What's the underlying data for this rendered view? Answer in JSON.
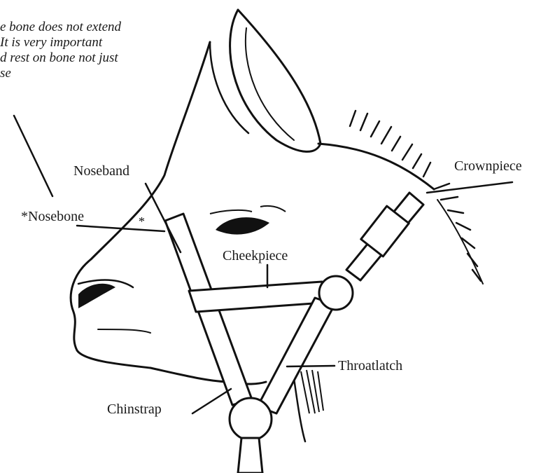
{
  "note": {
    "lines": [
      "e bone does not extend",
      "  It is very important",
      "d rest on bone not just",
      "se"
    ]
  },
  "labels": {
    "crownpiece": "Crownpiece",
    "noseband": "Noseband",
    "nosebone": "*Nosebone",
    "cheekpiece": "Cheekpiece",
    "throatlatch": "Throatlatch",
    "chinstrap": "Chinstrap"
  }
}
